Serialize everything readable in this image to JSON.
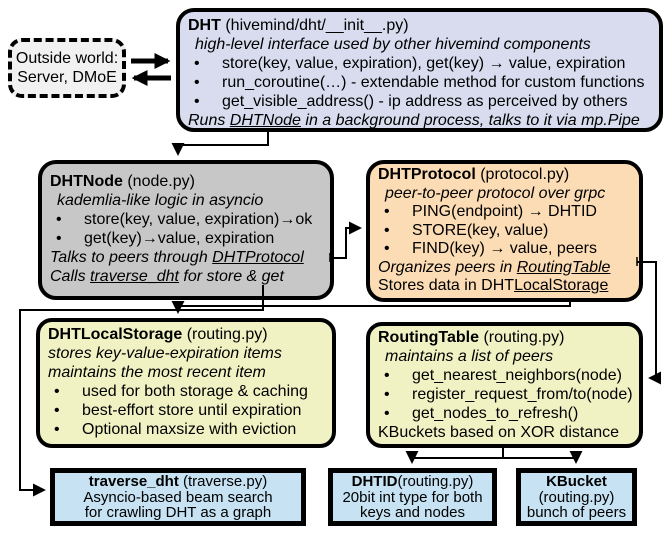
{
  "colors": {
    "box_border": "#000000",
    "dht_fill": "#d8dcee",
    "node_fill": "#c7c7c7",
    "protocol_fill": "#fcdcb4",
    "storage_fill": "#f0f2c4",
    "leaf_fill": "#c6e2f3",
    "outside_fill": "#f1f1f1"
  },
  "outside": {
    "line1": "Outside world:",
    "line2": "Server, DMoE"
  },
  "dht": {
    "title": "DHT",
    "file": " (hivemind/dht/__init__.py)",
    "subtitle": "high-level interface used by other hivemind components",
    "bullets": [
      "store(key, value, expiration), get(key) → value, expiration",
      "run_coroutine(…) - extendable method for custom functions",
      "get_visible_address() - ip address as perceived by others"
    ],
    "footer_pre": "Runs ",
    "footer_link": "DHTNode",
    "footer_post": " in a background process, talks to it via mp.Pipe"
  },
  "dhtnode": {
    "title": "DHTNode",
    "file": " (node.py)",
    "subtitle": "kademlia-like logic in asyncio",
    "bullets": [
      "store(key, value, expiration)→ok",
      "get(key)→value, expiration"
    ],
    "line1_pre": "Talks to peers through ",
    "line1_link": "DHTProtocol",
    "line2_pre": "Calls ",
    "line2_link": "traverse_dht",
    "line2_post": " for store & get"
  },
  "dhtprotocol": {
    "title": "DHTProtocol",
    "file": " (protocol.py)",
    "subtitle": "peer-to-peer protocol over grpc",
    "bullets": [
      "PING(endpoint) → DHTID",
      "STORE(key, value)",
      "FIND(key) → value, peers"
    ],
    "line1_pre": "Organizes peers in ",
    "line1_link": "RoutingTable",
    "line2_pre": "Stores data in DHT",
    "line2_link": "LocalStorage"
  },
  "dhtlocalstorage": {
    "title": "DHTLocalStorage",
    "file": " (routing.py)",
    "subtitle1": "stores key-value-expiration items",
    "subtitle2": "maintains the most recent item",
    "bullets": [
      "used for both storage & caching",
      "best-effort store until expiration",
      "Optional maxsize with eviction"
    ]
  },
  "routingtable": {
    "title": "RoutingTable",
    "file": " (routing.py)",
    "subtitle": "maintains a list of peers",
    "bullets": [
      "get_nearest_neighbors(node)",
      "register_request_from/to(node)",
      "get_nodes_to_refresh()"
    ],
    "footer": "KBuckets based on XOR distance"
  },
  "traverse": {
    "title": "traverse_dht",
    "file": " (traverse.py)",
    "line1": "Asyncio-based beam search",
    "line2": "for crawling DHT as a graph"
  },
  "dhtid": {
    "title": "DHTID",
    "file": "(routing.py)",
    "line1": "20bit int type for both",
    "line2": "keys and nodes"
  },
  "kbucket": {
    "title": "KBucket",
    "file": "(routing.py)",
    "line1": "bunch of peers"
  }
}
